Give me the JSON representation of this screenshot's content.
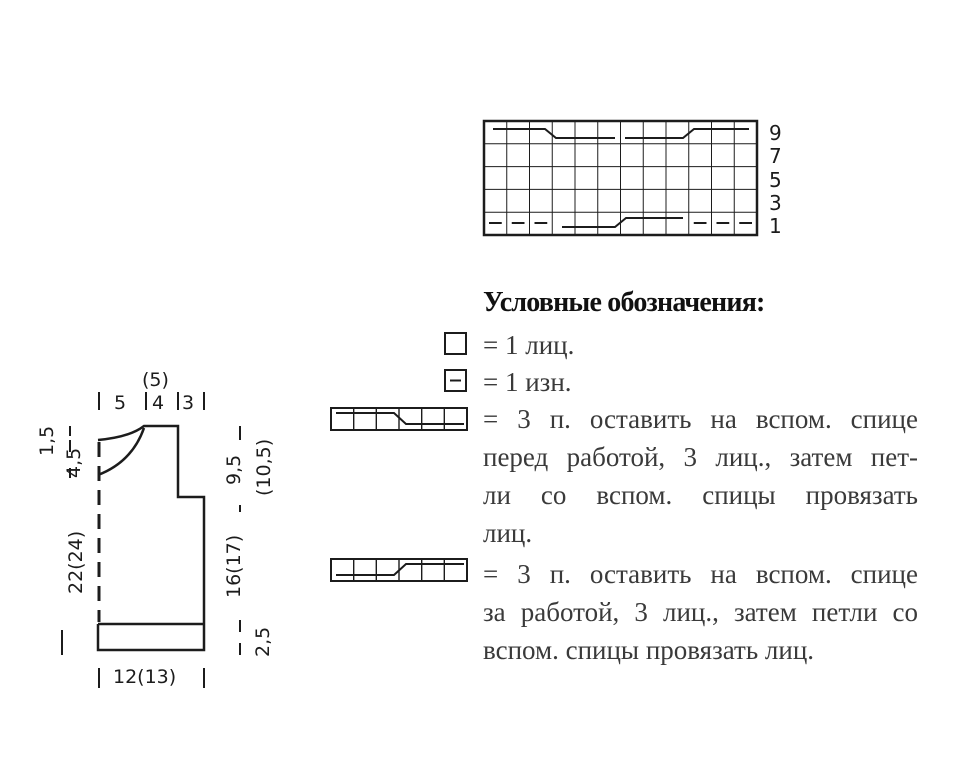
{
  "chart": {
    "row_numbers": [
      "9",
      "7",
      "5",
      "3",
      "1"
    ]
  },
  "schematic": {
    "top_widths": [
      "5",
      "4",
      "3"
    ],
    "top_alt": "(5)",
    "left_neck_depth": "1,5",
    "left_shoulder": "4,5",
    "left_length": "22(24)",
    "right_armhole": "9,5",
    "right_armhole_alt": "(10,5)",
    "right_side": "16(17)",
    "right_rib": "2,5",
    "bottom_width": "12(13)"
  },
  "legend": {
    "title": "Условные обозначения:",
    "items": [
      {
        "symbol": "empty-square",
        "lines": [
          "= 1 лиц."
        ]
      },
      {
        "symbol": "dash-square",
        "lines": [
          "= 1 изн."
        ]
      },
      {
        "symbol": "cable-front",
        "lines": [
          "= 3 п. оставить на вспом. спице",
          "перед работой, 3 лиц., затем пет-",
          "ли со вспом. спицы провязать",
          "лиц."
        ]
      },
      {
        "symbol": "cable-back",
        "lines": [
          "= 3 п. оставить на вспом. спице",
          "за работой, 3 лиц., затем петли со",
          "вспом. спицы провязать лиц."
        ]
      }
    ]
  }
}
